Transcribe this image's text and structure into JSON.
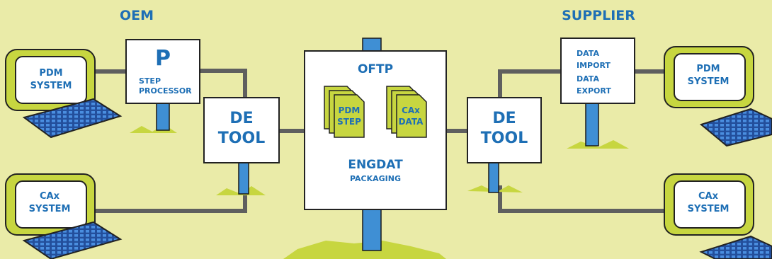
{
  "headers": {
    "oem": "OEM",
    "supplier": "SUPPLIER"
  },
  "oem": {
    "pdm_monitor": {
      "line1": "PDM",
      "line2": "SYSTEM"
    },
    "cax_monitor": {
      "line1": "CAx",
      "line2": "SYSTEM"
    },
    "step_sign": {
      "letter": "P",
      "line1": "STEP",
      "line2": "PROCESSOR"
    },
    "de_tool": {
      "line1": "DE",
      "line2": "TOOL"
    }
  },
  "center": {
    "title": "OFTP",
    "doc_left": {
      "line1": "PDM",
      "line2": "STEP"
    },
    "doc_right": {
      "line1": "CAx",
      "line2": "DATA"
    },
    "line1": "ENGDAT",
    "line2": "PACKAGING"
  },
  "supplier": {
    "de_tool": {
      "line1": "DE",
      "line2": "TOOL"
    },
    "data_sign": {
      "line1": "DATA",
      "line2": "IMPORT",
      "line3": "DATA",
      "line4": "EXPORT"
    },
    "pdm_monitor": {
      "line1": "PDM",
      "line2": "SYSTEM"
    },
    "cax_monitor": {
      "line1": "CAx",
      "line2": "SYSTEM"
    }
  },
  "colors": {
    "background": "#eaeba8",
    "accent_blue": "#1e6fb5",
    "lime": "#c7d640",
    "connector": "#5f5f5f",
    "key_blue": "#2f6fc0"
  }
}
